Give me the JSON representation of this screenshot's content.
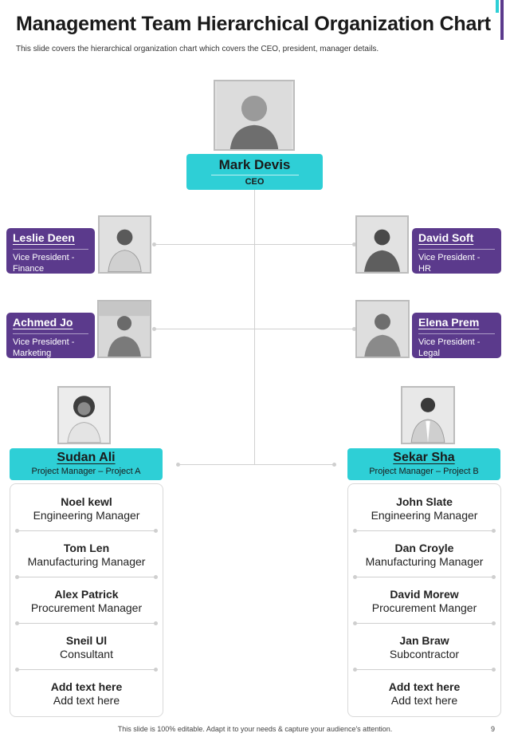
{
  "header": {
    "title": "Management Team Hierarchical Organization Chart",
    "subtitle": "This slide covers the hierarchical organization chart which covers the CEO, president, manager details."
  },
  "ceo": {
    "name": "Mark Devis",
    "role": "CEO"
  },
  "vps": {
    "left_top": {
      "name": "Leslie Deen",
      "role": "Vice President - Finance"
    },
    "left_bottom": {
      "name": "Achmed Jo",
      "role": "Vice President - Marketing"
    },
    "right_top": {
      "name": "David Soft",
      "role": "Vice President - HR"
    },
    "right_bottom": {
      "name": "Elena Prem",
      "role": "Vice President - Legal"
    }
  },
  "managers": {
    "left": {
      "name": "Sudan Ali",
      "role": "Project Manager – Project A",
      "members": [
        {
          "name": "Noel kewl",
          "role": "Engineering Manager"
        },
        {
          "name": "Tom Len",
          "role": "Manufacturing  Manager"
        },
        {
          "name": "Alex Patrick",
          "role": "Procurement Manager"
        },
        {
          "name": "Sneil Ul",
          "role": "Consultant"
        },
        {
          "name": "Add text here",
          "role": "Add text here"
        }
      ]
    },
    "right": {
      "name": "Sekar Sha",
      "role": "Project Manager – Project B",
      "members": [
        {
          "name": "John Slate",
          "role": "Engineering Manager"
        },
        {
          "name": "Dan Croyle",
          "role": "Manufacturing  Manager"
        },
        {
          "name": "David Morew",
          "role": "Procurement  Manger"
        },
        {
          "name": "Jan Braw",
          "role": "Subcontractor"
        },
        {
          "name": "Add text here",
          "role": "Add text here"
        }
      ]
    }
  },
  "footer": {
    "note": "This slide is 100% editable. Adapt it to your needs & capture your audience's attention.",
    "page": "9"
  },
  "colors": {
    "teal": "#2ecfd6",
    "purple": "#5b3a8c"
  }
}
